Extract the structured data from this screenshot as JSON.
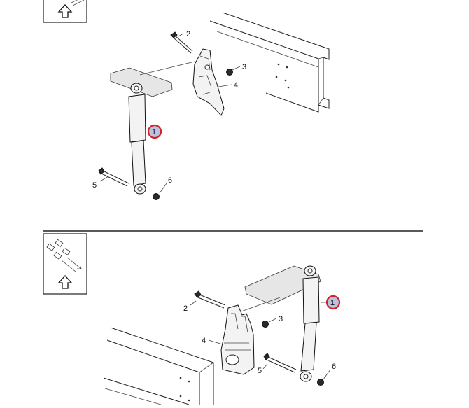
{
  "colors": {
    "highlight_ring": "#d0202a",
    "highlight_fill": "#b9c2df",
    "line": "#222222"
  },
  "icons": [
    "direction-arrow-icon",
    "up-arrow-icon"
  ],
  "views": [
    {
      "callouts": [
        {
          "label": "1",
          "highlighted": true
        },
        {
          "label": "2",
          "highlighted": false
        },
        {
          "label": "3",
          "highlighted": false
        },
        {
          "label": "4",
          "highlighted": false
        },
        {
          "label": "5",
          "highlighted": false
        },
        {
          "label": "6",
          "highlighted": false
        }
      ]
    },
    {
      "callouts": [
        {
          "label": "1",
          "highlighted": true
        },
        {
          "label": "2",
          "highlighted": false
        },
        {
          "label": "3",
          "highlighted": false
        },
        {
          "label": "4",
          "highlighted": false
        },
        {
          "label": "5",
          "highlighted": false
        },
        {
          "label": "6",
          "highlighted": false
        }
      ]
    }
  ]
}
